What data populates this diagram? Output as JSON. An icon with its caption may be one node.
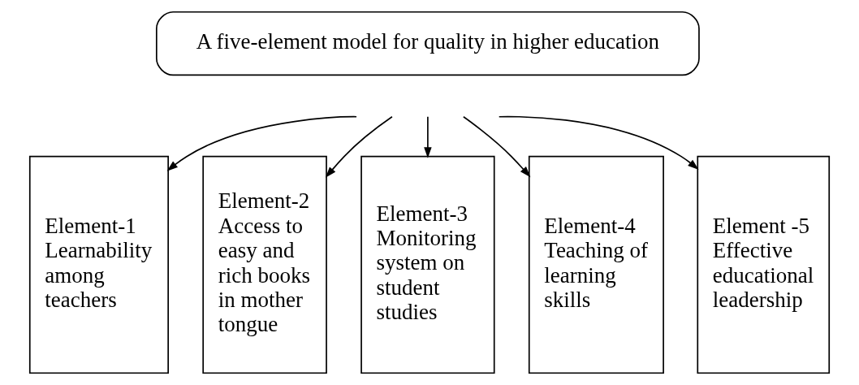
{
  "diagram": {
    "nodes": [
      {
        "text": [
          "A five-element model for quality in higher education"
        ]
      },
      {
        "text": [
          "Element-1",
          "Learnability among teachers"
        ]
      },
      {
        "text": [
          "Element-2",
          "Access to easy and rich books in mother tongue"
        ]
      },
      {
        "text": [
          "Element-3",
          "Monitoring system on student studies"
        ]
      },
      {
        "text": [
          "Element-4",
          "Teaching of learning skills"
        ]
      },
      {
        "text": [
          "Element -5",
          "Effective educational leadership"
        ]
      }
    ],
    "edges": [
      {
        "from": null,
        "to": 1,
        "arrow": "to"
      },
      {
        "from": null,
        "to": 2,
        "arrow": "to"
      },
      {
        "from": null,
        "to": 3,
        "arrow": "to"
      },
      {
        "from": null,
        "to": 4,
        "arrow": "to"
      },
      {
        "from": null,
        "to": 5,
        "arrow": "to"
      }
    ]
  }
}
